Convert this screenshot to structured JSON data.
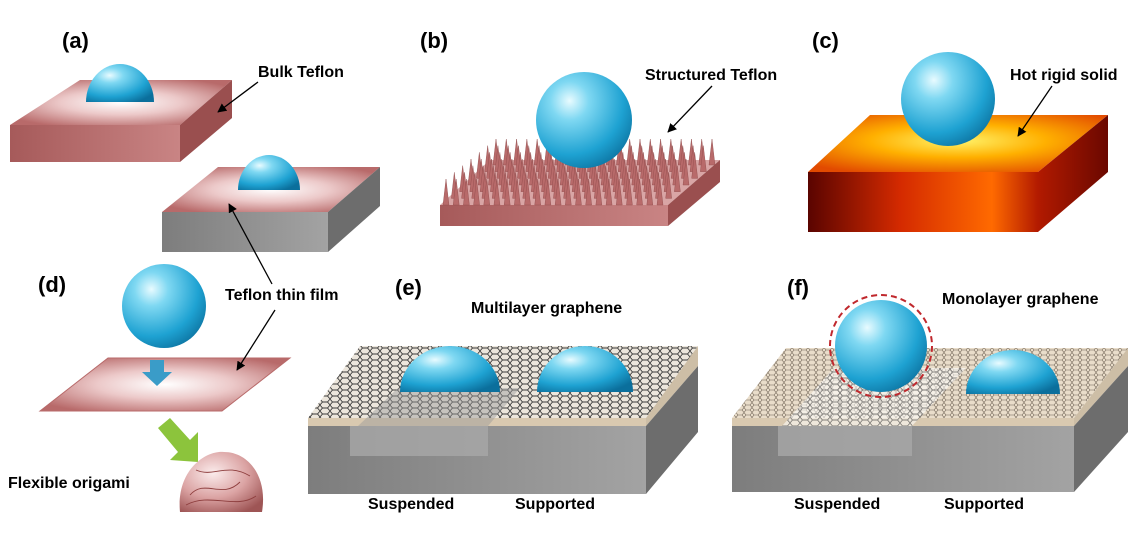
{
  "panels": {
    "a": {
      "label": "(a)",
      "callout_bulk": "Bulk Teflon"
    },
    "b": {
      "label": "(b)",
      "callout": "Structured Teflon"
    },
    "c": {
      "label": "(c)",
      "callout": "Hot rigid solid"
    },
    "d": {
      "label": "(d)",
      "callout_thin_film": "Teflon thin film",
      "caption": "Flexible origami"
    },
    "e": {
      "label": "(e)",
      "title": "Multilayer graphene",
      "left": "Suspended",
      "right": "Supported"
    },
    "f": {
      "label": "(f)",
      "title": "Monolayer graphene",
      "left": "Suspended",
      "right": "Supported"
    }
  },
  "colors": {
    "teflon": "#b86a6a",
    "teflon_light": "#f7e4e4",
    "droplet": "#2cb3dc",
    "substrate_gray": "#8c8c8c",
    "hot_orange": "#ff8a00",
    "hot_dark": "#7a0a00",
    "graphene_line": "#3a3a3a",
    "mono_beige": "#d9c9b0",
    "arrow_blue": "#3a9cc8",
    "arrow_green": "#8cc43c",
    "dashed_circle": "#c0282d"
  }
}
